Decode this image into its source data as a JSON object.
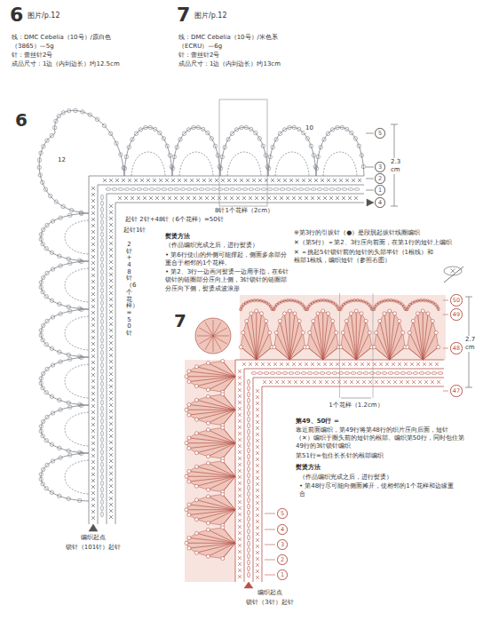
{
  "diagram": {
    "nodes": [
      {
        "text": [
          "5"
        ]
      },
      {
        "text": [
          "3"
        ]
      },
      {
        "text": [
          "2"
        ]
      },
      {
        "text": [
          "1"
        ]
      },
      {
        "text": [
          "4"
        ]
      },
      {
        "text": [
          "50"
        ]
      },
      {
        "text": [
          "49"
        ]
      },
      {
        "text": [
          "48"
        ]
      },
      {
        "text": [
          "47"
        ]
      },
      {
        "text": [
          "5"
        ]
      },
      {
        "text": [
          "4"
        ]
      },
      {
        "text": [
          "3"
        ]
      },
      {
        "text": [
          "2"
        ]
      },
      {
        "text": [
          "1"
        ]
      }
    ],
    "labels": [
      "6",
      "图片/p.12",
      "线：DMC Cebelia（10号）/原白色",
      "（3865）—5g",
      "针：蕾丝针2号",
      "成品尺寸：1边（内到边长）约12.5cm",
      "7",
      "图片/p.12",
      "线：DMC Cebelia（10号）/米色系",
      "（ECRU）—6g",
      "针：蕾丝针2号",
      "成品尺寸：1边（内到边长）约13cm",
      "6",
      "12",
      "10",
      "2.3 cm",
      "8针1个花样（2cm）",
      "起针 2针+48针（6个花样）=50针",
      "起针1针",
      "2针+48针（6个花样）=50针",
      "编织起点",
      "锁针（101针）起针",
      "熨烫方法",
      "（作品编织完成之后，进行熨烫）",
      "• 第6行使山的外侧可能撑起，侧面多余部分重合于相邻的1个花样。",
      "• 第2、3行一边画河熨烫一边用手指，在6针锁针的链圈部分压向上侧，3针锁针的链圈部分压向下侧，熨烫成波浪形",
      "※第3行的引拔针（●）是段脱起拔针线圈编织",
      "✕（第5行）＝第2、3行压向前面，在第1行的短针上编织",
      "✕ ＝挑起5针锁针前的短针的头部半针（1根线）和根部1根线，编织短针（参照右图）",
      "7",
      "2.7 cm",
      "1个花样（1.2cm）",
      "第49、50行 =",
      "靠近前面编织，第49行将第48行的织片压向后面，短针（✕）编织于圈头前的短针的根部。编织第50行，同时包住第49行的3针锁针编织",
      "第51行=包住长长针的根部编织",
      "熨烫方法",
      "（作品编织完成之后，进行熨烫）",
      "• 第48行尽可能向侧面摊开，使相邻的1个花样和边缘重合",
      "编织起点",
      "锁针（3针）起针"
    ]
  }
}
